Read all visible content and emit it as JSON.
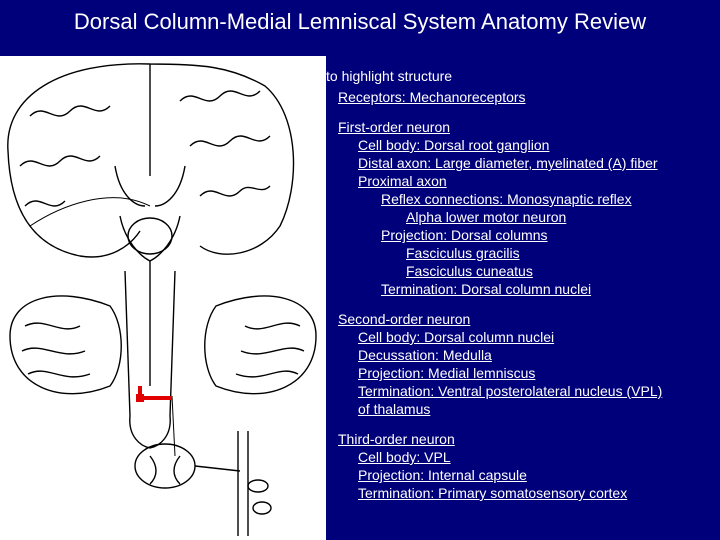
{
  "slide": {
    "title": "Dorsal Column-Medial Lemniscal System Anatomy Review",
    "hint": "to highlight structure"
  },
  "outline": {
    "receptors": "Receptors: Mechanoreceptors",
    "first": {
      "heading": "First-order neuron",
      "cell_body": "Cell body: Dorsal root ganglion",
      "distal_axon": "Distal axon: Large diameter, myelinated (A) fiber",
      "proximal_axon": "Proximal axon",
      "reflex": "Reflex connections: Monosynaptic reflex",
      "alpha": "Alpha lower motor neuron",
      "projection": "Projection: Dorsal columns",
      "gracilis": "Fasciculus gracilis",
      "cuneatus": "Fasciculus cuneatus",
      "termination": "Termination: Dorsal column nuclei"
    },
    "second": {
      "heading": "Second-order neuron",
      "cell_body": "Cell body: Dorsal column nuclei",
      "decussation": "Decussation: Medulla",
      "projection": "Projection: Medial lemniscus",
      "termination": "Termination: Ventral posterolateral nucleus (VPL)",
      "termination_cont": "of thalamus"
    },
    "third": {
      "heading": "Third-order neuron",
      "cell_body": "Cell body: VPL",
      "projection": "Projection: Internal capsule",
      "termination": "Termination: Primary somatosensory cortex"
    }
  },
  "colors": {
    "background": "#00007a",
    "text": "#ffffff",
    "highlight": "#e00000"
  }
}
